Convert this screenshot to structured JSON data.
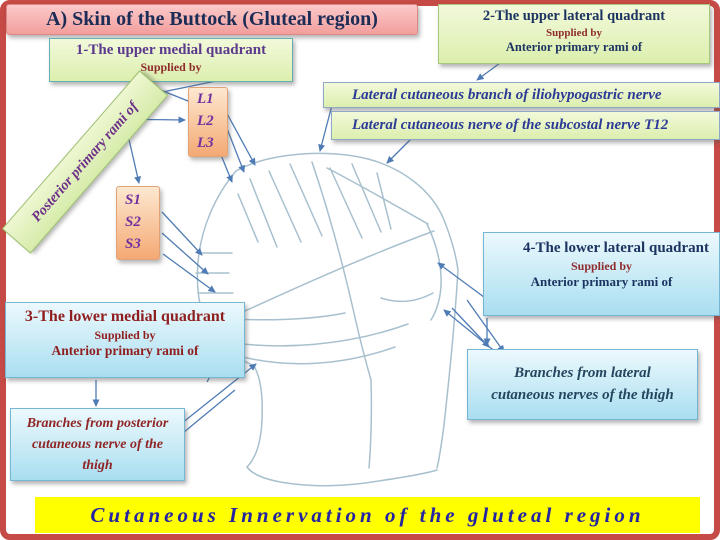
{
  "slide": {
    "title": "A) Skin of the Buttock (Gluteal region)",
    "footer": "Cutaneous Innervation of the gluteal region"
  },
  "quadrants": {
    "q1": {
      "title": "1-The upper medial quadrant",
      "supplied": "Supplied by"
    },
    "q2": {
      "title": "2-The upper lateral quadrant",
      "supplied": "Supplied by",
      "rami": "Anterior primary rami of"
    },
    "q3": {
      "title": "3-The lower medial quadrant",
      "supplied": "Supplied by",
      "rami": "Anterior primary rami of"
    },
    "q4": {
      "title": "4-The lower lateral quadrant",
      "supplied": "Supplied by",
      "rami": "Anterior primary rami of"
    }
  },
  "labels": {
    "posterior_rami_banner": "Posterior primary rami of",
    "nerve_iliohypogastric": "Lateral cutaneous branch of iliohypogastric nerve",
    "nerve_subcostal": "Lateral cutaneous nerve of the subcostal nerve T12",
    "branches_lateral": "Branches from lateral cutaneous nerves of the thigh",
    "branches_posterior": "Branches from posterior cutaneous nerve of the thigh"
  },
  "roots": {
    "lumbar": [
      "L1",
      "L2",
      "L3"
    ],
    "sacral": [
      "S1",
      "S2",
      "S3"
    ]
  },
  "colors": {
    "frame_red": "#c64a45",
    "title_box_pink": "#f2a3a1",
    "green_box": "#e4f2c0",
    "cyan_box": "#c4e9f5",
    "orange_box": "#f6b988",
    "footer_yellow": "#ffff00",
    "arrow_blue": "#4f7cb5",
    "sketch_line": "#a8c0ce"
  }
}
